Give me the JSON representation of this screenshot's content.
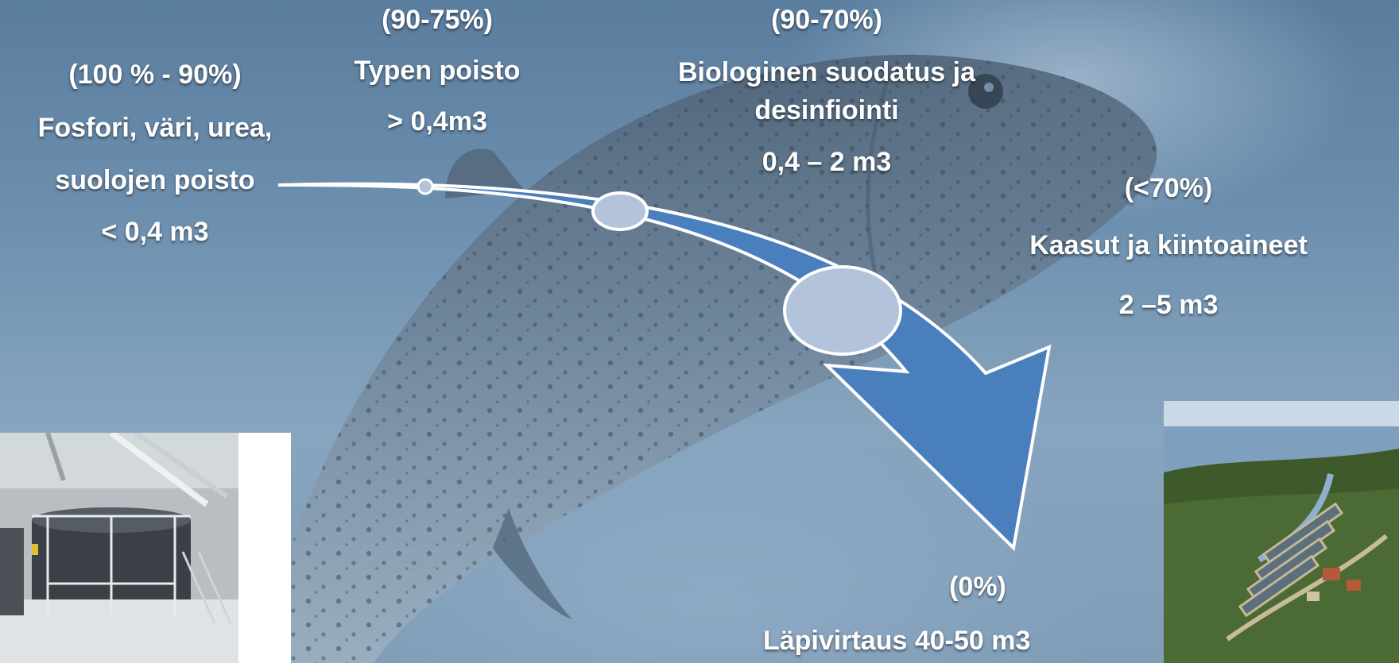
{
  "stages": [
    {
      "percent": "(100 % - 90%)",
      "title_line1": "Fosfori, väri, urea,",
      "title_line2": "suolojen poisto",
      "volume": "< 0,4 m3"
    },
    {
      "percent": "(90-75%)",
      "title_line1": "Typen poisto",
      "volume": "> 0,4m3"
    },
    {
      "percent": "(90-70%)",
      "title_line1": "Biologinen suodatus ja",
      "title_line2": "desinfiointi",
      "volume": "0,4 – 2 m3"
    },
    {
      "percent": "(<70%)",
      "title_line1": "Kaasut ja kiintoaineet",
      "volume": "2 –5 m3"
    },
    {
      "percent": "(0%)",
      "title_line1": "Läpivirtaus 40-50 m3"
    }
  ],
  "colors": {
    "arrow_fill": "#4a7fbe",
    "arrow_stroke": "#ffffff",
    "ellipse_fill": "#b4c3dc",
    "text": "#ffffff"
  }
}
